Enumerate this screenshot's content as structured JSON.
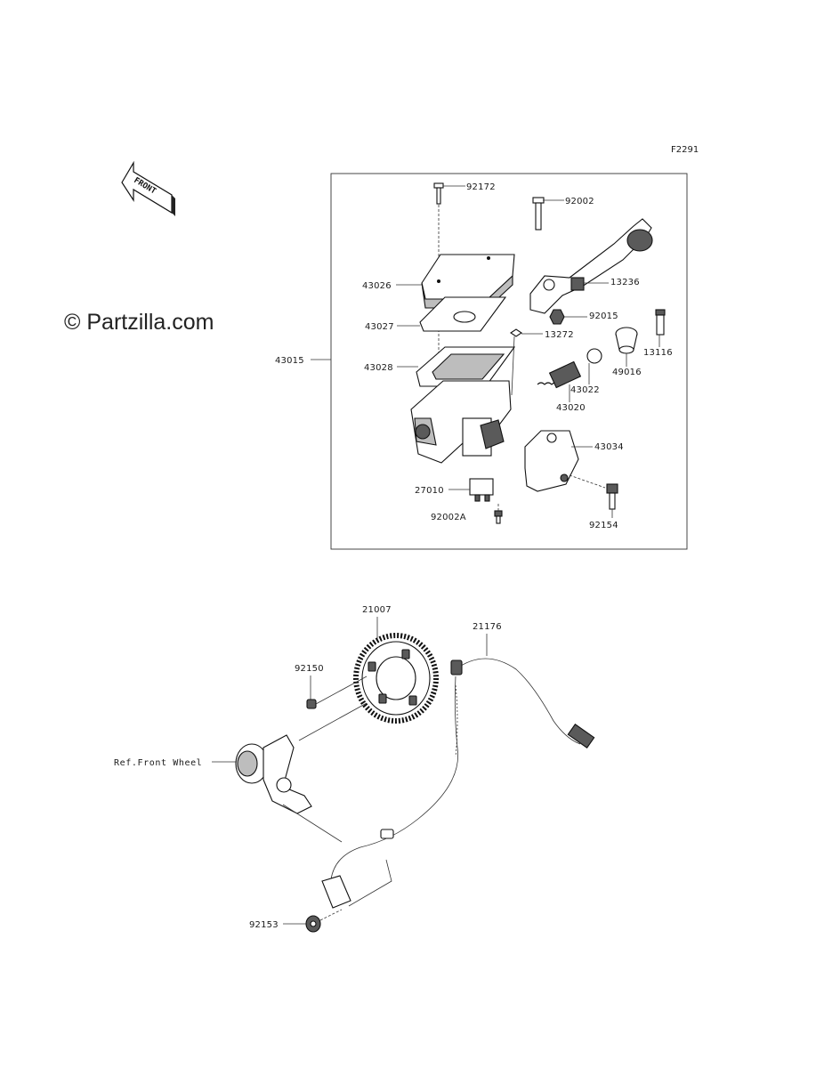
{
  "figure_code": "F2291",
  "watermark": "© Partzilla.com",
  "direction_label": "FRONT",
  "assembly_label": "43015",
  "labels": {
    "p92172": "92172",
    "p92002": "92002",
    "p43026": "43026",
    "p13236": "13236",
    "p43027": "43027",
    "p92015": "92015",
    "p13272": "13272",
    "p13116": "13116",
    "p43028": "43028",
    "p49016": "49016",
    "p43022": "43022",
    "p43020": "43020",
    "p43034": "43034",
    "p27010": "27010",
    "p92002A": "92002A",
    "p92154": "92154",
    "p21007": "21007",
    "p21176": "21176",
    "p92150": "92150",
    "ref_front_wheel": "Ref.Front Wheel",
    "p92153": "92153"
  }
}
